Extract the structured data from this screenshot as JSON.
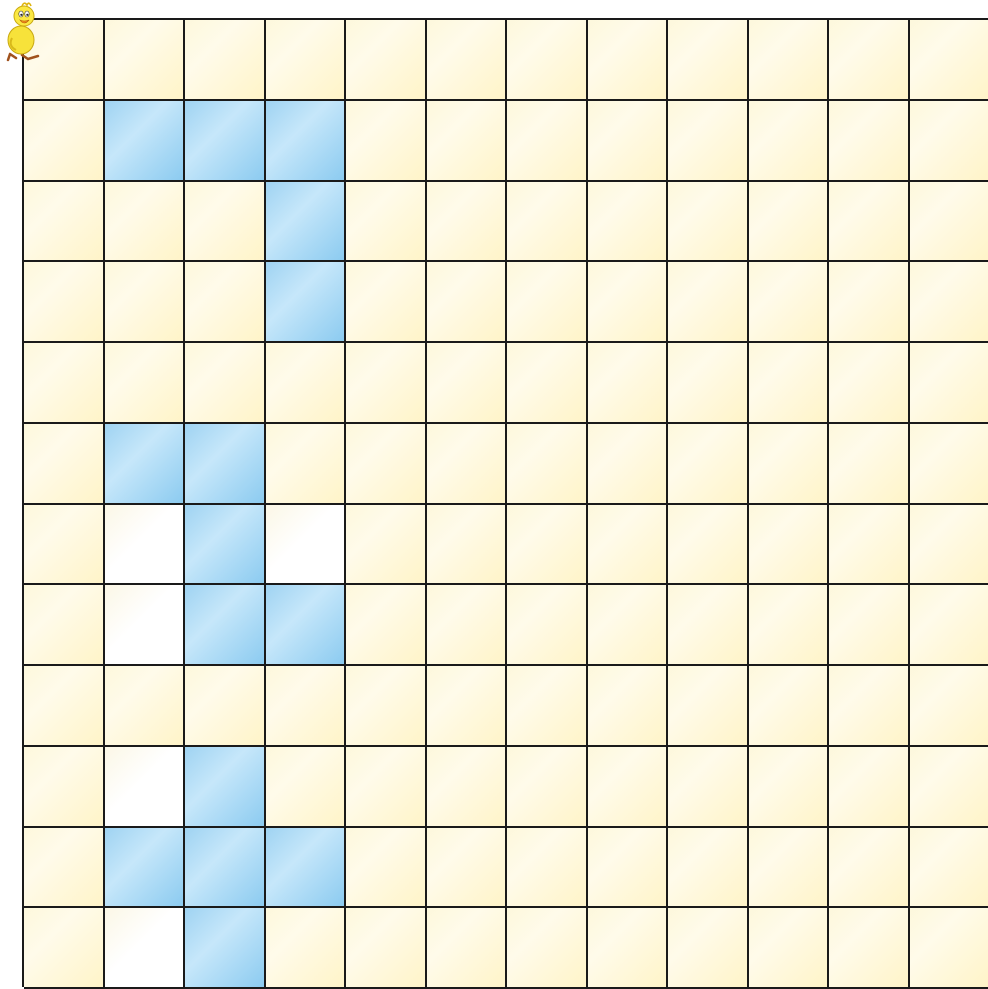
{
  "board": {
    "rows": 12,
    "cols": 12,
    "colors": {
      "empty": "#fffbea",
      "blue": "#9fd3f2",
      "white": "#ffffff",
      "grid_line": "#1a1a1a"
    },
    "blue_cells": [
      [
        1,
        1
      ],
      [
        1,
        2
      ],
      [
        1,
        3
      ],
      [
        2,
        3
      ],
      [
        3,
        3
      ],
      [
        5,
        1
      ],
      [
        5,
        2
      ],
      [
        6,
        2
      ],
      [
        7,
        2
      ],
      [
        7,
        3
      ],
      [
        9,
        2
      ],
      [
        10,
        1
      ],
      [
        10,
        2
      ],
      [
        10,
        3
      ],
      [
        11,
        2
      ]
    ],
    "white_cells": [
      [
        6,
        1
      ],
      [
        6,
        3
      ],
      [
        7,
        1
      ],
      [
        9,
        1
      ],
      [
        11,
        1
      ]
    ]
  },
  "player": {
    "icon": "duck-icon",
    "row": 0,
    "col": 0
  }
}
